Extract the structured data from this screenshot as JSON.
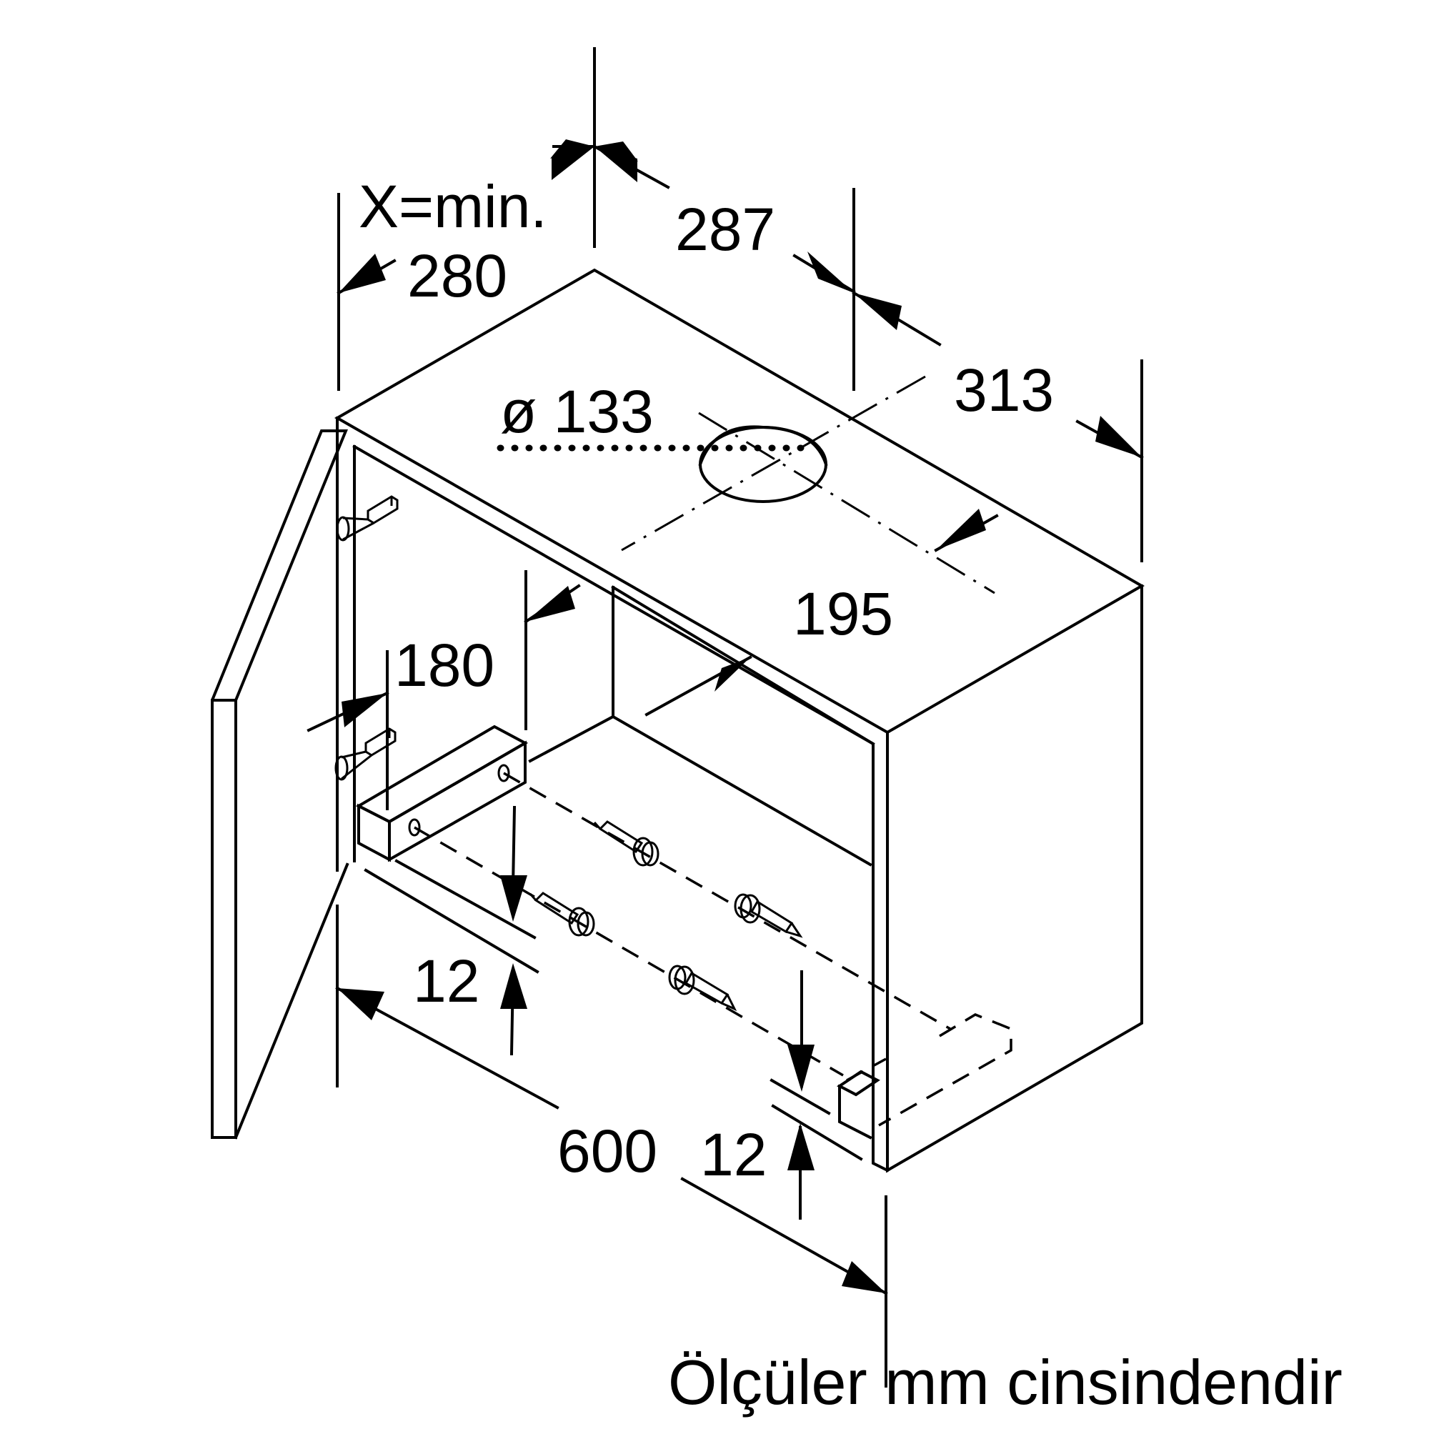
{
  "diagram": {
    "labels": {
      "x_min": "X=min.",
      "x_min_value": "280",
      "depth_top": "287",
      "depth_outer": "313",
      "duct_diameter": "ø 133",
      "duct_offset": "195",
      "bracket_offset": "180",
      "bracket_thickness_front": "12",
      "width": "600",
      "bracket_thickness_back": "12"
    },
    "footnote": "Ölçüler mm cinsindendir"
  },
  "colors": {
    "line": "#000000",
    "background": "#ffffff"
  }
}
